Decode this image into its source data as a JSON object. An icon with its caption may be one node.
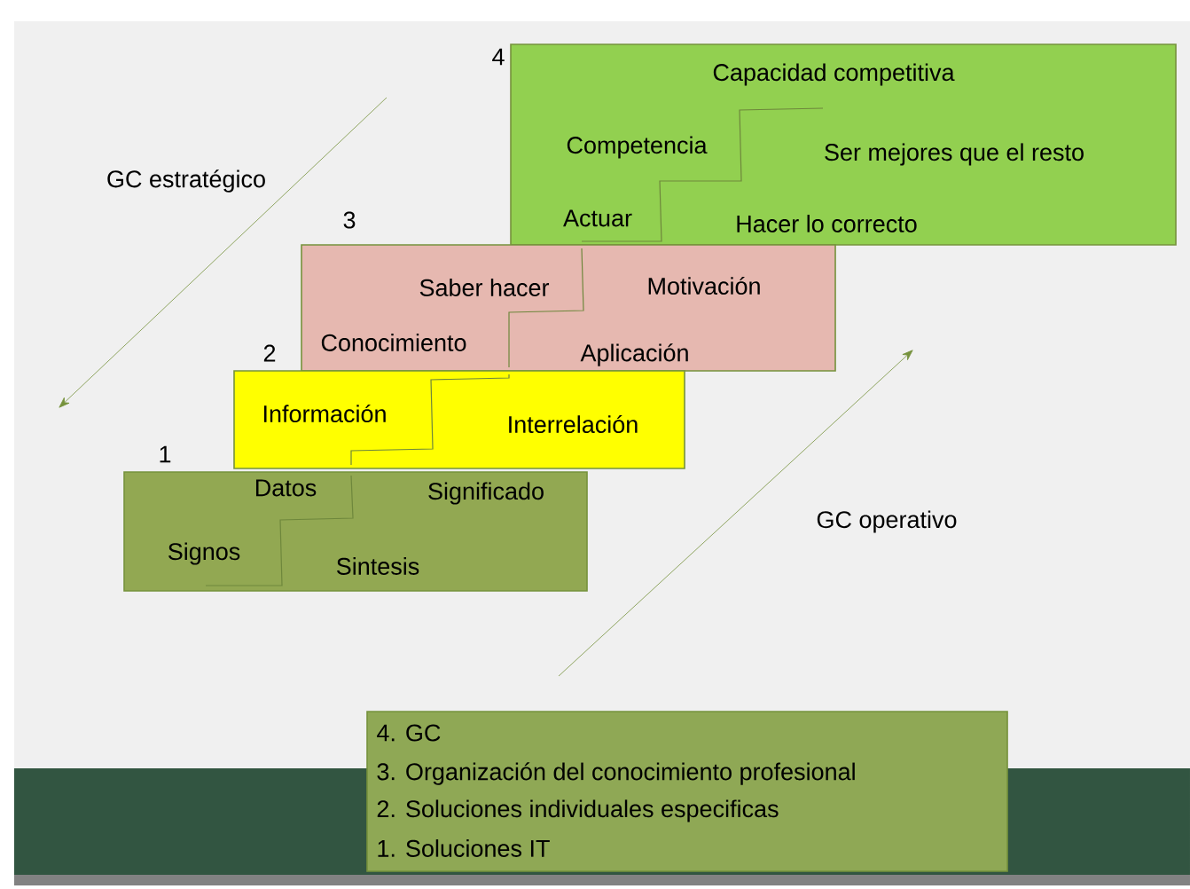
{
  "diagram": {
    "nodes": [
      {
        "text": [
          "Capacidad competitiva",
          "Competencia",
          "Ser mejores que el resto",
          "Actuar",
          "Hacer lo correcto"
        ],
        "beside": [
          "4"
        ]
      },
      {
        "text": [
          "Saber hacer",
          "Motivación",
          "Conocimiento",
          "Aplicación"
        ],
        "beside": [
          "3"
        ]
      },
      {
        "text": [
          "Información",
          "Interrelación"
        ],
        "beside": [
          "2"
        ]
      },
      {
        "text": [
          "Datos",
          "Significado",
          "Signos",
          "Sintesis"
        ],
        "beside": [
          "1"
        ]
      },
      {
        "text": [
          "4. GC",
          "3. Organización del conocimiento profesional",
          "2. Soluciones individuales especificas",
          "1. Soluciones IT"
        ]
      }
    ],
    "edges": [],
    "labels": [
      "GC estratégico",
      "GC operativo"
    ]
  }
}
